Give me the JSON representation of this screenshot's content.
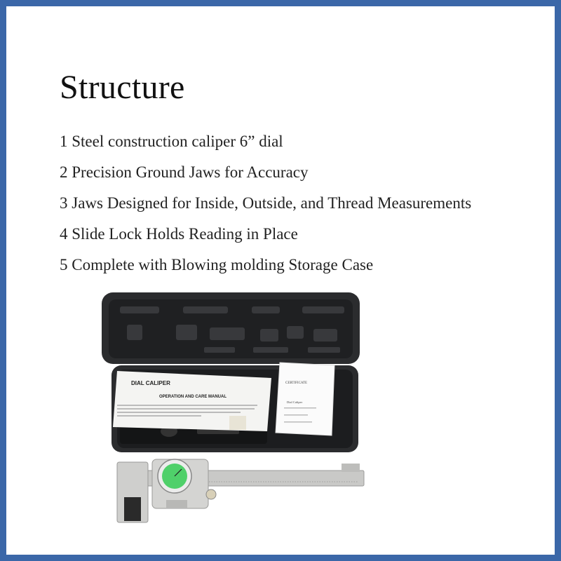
{
  "page": {
    "title": "Structure",
    "features": [
      "1 Steel construction caliper 6” dial",
      "2 Precision Ground Jaws for Accuracy",
      "3 Jaws Designed for Inside, Outside, and Thread Measurements",
      "4 Slide Lock Holds Reading in Place",
      "5 Complete with Blowing molding Storage Case"
    ]
  },
  "photo": {
    "manual_title": "DIAL CALIPER",
    "manual_subtitle": "OPERATION AND CARE MANUAL",
    "certificate_title": "CERTIFICATE",
    "certificate_product": "Dial Caliper"
  },
  "colors": {
    "frame": "#3b67a8",
    "case": "#2b2c2e",
    "dial": "#4fd06a"
  }
}
